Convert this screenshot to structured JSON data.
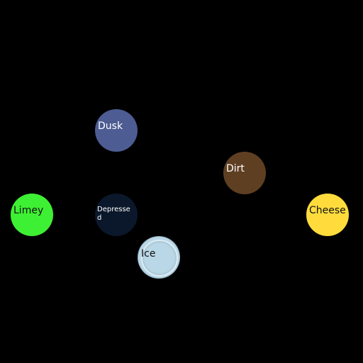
{
  "swatches": [
    {
      "id": "dusk",
      "label": "Dusk",
      "color": "#4d5c92",
      "text_color": "#ffffff"
    },
    {
      "id": "dirt",
      "label": "Dirt",
      "color": "#5f3f22",
      "text_color": "#ffffff"
    },
    {
      "id": "limey",
      "label": "Limey",
      "color": "#3ef033",
      "text_color": "#111111"
    },
    {
      "id": "depressed",
      "label": "Depressed",
      "color": "#0b182b",
      "text_color": "#ffffff"
    },
    {
      "id": "cheese",
      "label": "Cheese",
      "color": "#ffdc3c",
      "text_color": "#111111"
    },
    {
      "id": "ice",
      "label": "Ice",
      "color": "#b9d7e6",
      "text_color": "#111111"
    }
  ]
}
